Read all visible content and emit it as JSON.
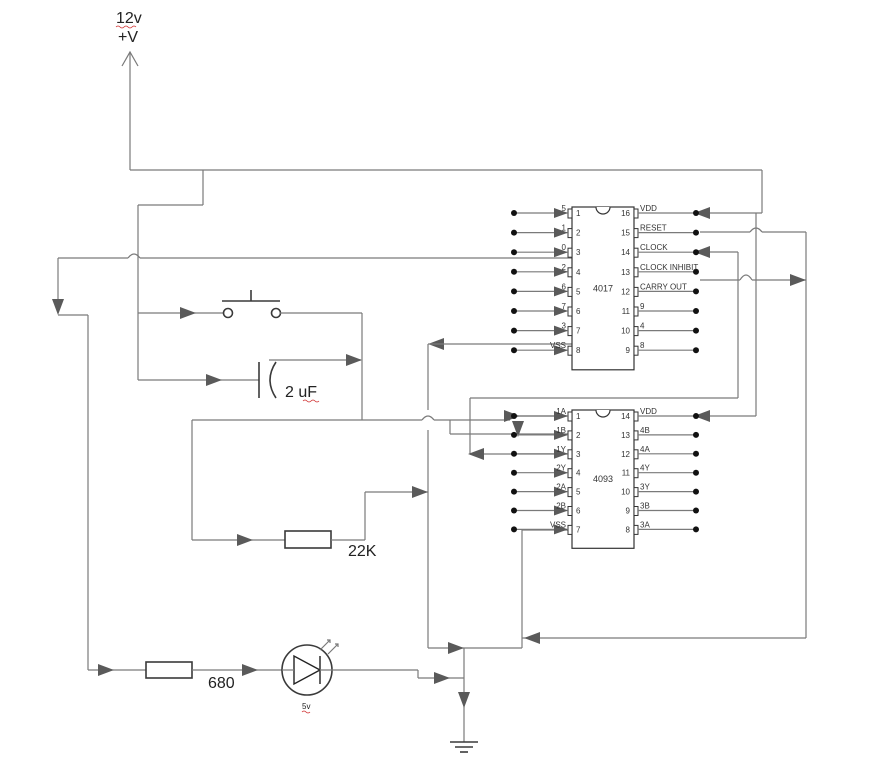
{
  "supply": {
    "voltage": "12v",
    "rail": "+V"
  },
  "ic_4017": {
    "name": "4017",
    "left_pins": [
      {
        "num": "1",
        "label": "5"
      },
      {
        "num": "2",
        "label": "1"
      },
      {
        "num": "3",
        "label": "0"
      },
      {
        "num": "4",
        "label": "2"
      },
      {
        "num": "5",
        "label": "6"
      },
      {
        "num": "6",
        "label": "7"
      },
      {
        "num": "7",
        "label": "3"
      },
      {
        "num": "8",
        "label": "VSS"
      }
    ],
    "right_pins": [
      {
        "num": "16",
        "label": "VDD"
      },
      {
        "num": "15",
        "label": "RESET"
      },
      {
        "num": "14",
        "label": "CLOCK"
      },
      {
        "num": "13",
        "label": "CLOCK INHIBIT"
      },
      {
        "num": "12",
        "label": "CARRY OUT"
      },
      {
        "num": "11",
        "label": "9"
      },
      {
        "num": "10",
        "label": "4"
      },
      {
        "num": "9",
        "label": "8"
      }
    ]
  },
  "ic_4093": {
    "name": "4093",
    "left_pins": [
      {
        "num": "1",
        "label": "1A"
      },
      {
        "num": "2",
        "label": "1B"
      },
      {
        "num": "3",
        "label": "1Y"
      },
      {
        "num": "4",
        "label": "2Y"
      },
      {
        "num": "5",
        "label": "2A"
      },
      {
        "num": "6",
        "label": "2B"
      },
      {
        "num": "7",
        "label": "VSS"
      }
    ],
    "right_pins": [
      {
        "num": "14",
        "label": "VDD"
      },
      {
        "num": "13",
        "label": "4B"
      },
      {
        "num": "12",
        "label": "4A"
      },
      {
        "num": "11",
        "label": "4Y"
      },
      {
        "num": "10",
        "label": "3Y"
      },
      {
        "num": "9",
        "label": "3B"
      },
      {
        "num": "8",
        "label": "3A"
      }
    ]
  },
  "components": {
    "capacitor": "2 uF",
    "resistor_timing": "22K",
    "resistor_led": "680",
    "led": "5v"
  }
}
